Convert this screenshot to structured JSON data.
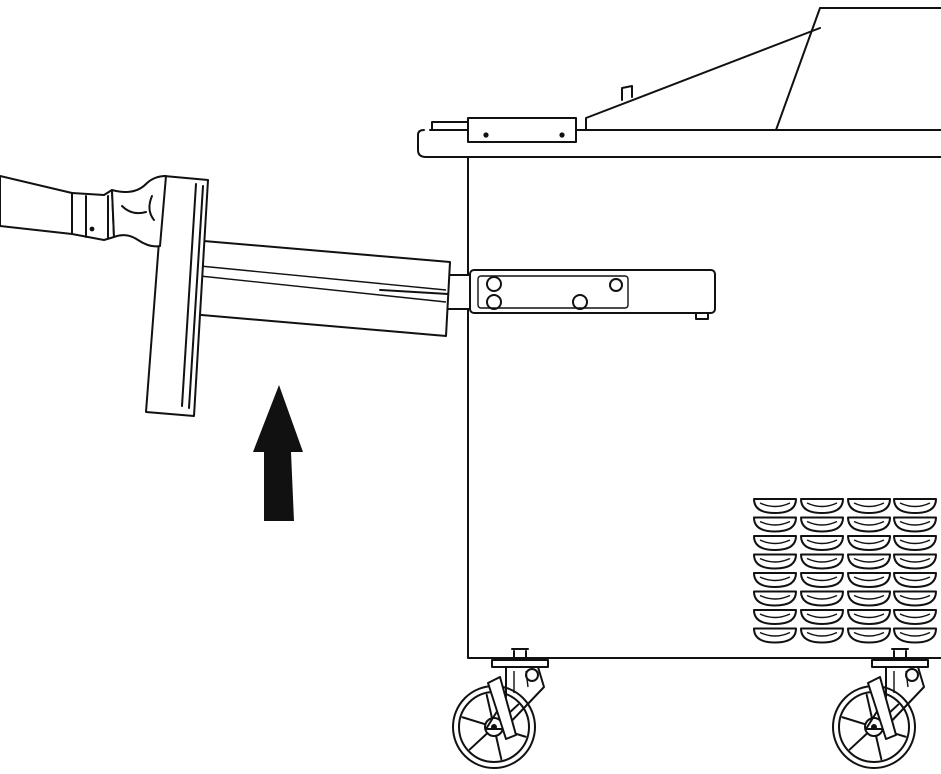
{
  "diagram": {
    "colors": {
      "line": "#111111",
      "background": "#ffffff",
      "arrow": "#111111"
    },
    "parts": [
      {
        "id": "hand",
        "icon": "hand-pulling-icon"
      },
      {
        "id": "drip-tray",
        "icon": "tray-icon"
      },
      {
        "id": "tray-rail",
        "icon": "rail-icon"
      },
      {
        "id": "machine-body",
        "icon": "machine-icon"
      },
      {
        "id": "lid",
        "icon": "lid-icon"
      },
      {
        "id": "vent-grille",
        "icon": "vent-icon"
      },
      {
        "id": "caster-wheel",
        "icon": "wheel-icon"
      }
    ],
    "motion": {
      "direction": "up",
      "icon": "arrow-up-icon"
    }
  }
}
